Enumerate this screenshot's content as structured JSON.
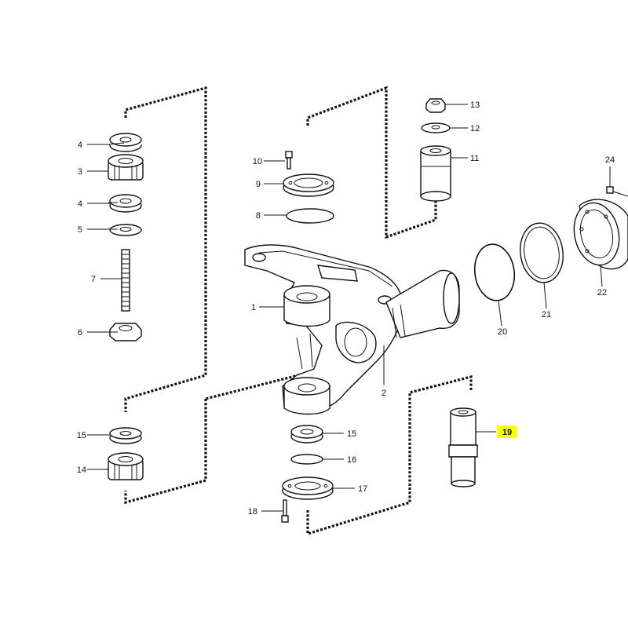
{
  "diagram": {
    "callouts": [
      {
        "id": "c1",
        "text": "1"
      },
      {
        "id": "c2",
        "text": "2"
      },
      {
        "id": "c3",
        "text": "3"
      },
      {
        "id": "c4a",
        "text": "4"
      },
      {
        "id": "c4b",
        "text": "4"
      },
      {
        "id": "c5",
        "text": "5"
      },
      {
        "id": "c6",
        "text": "6"
      },
      {
        "id": "c7",
        "text": "7"
      },
      {
        "id": "c8",
        "text": "8"
      },
      {
        "id": "c9",
        "text": "9"
      },
      {
        "id": "c10",
        "text": "10"
      },
      {
        "id": "c11",
        "text": "11"
      },
      {
        "id": "c12",
        "text": "12"
      },
      {
        "id": "c13",
        "text": "13"
      },
      {
        "id": "c14",
        "text": "14"
      },
      {
        "id": "c15a",
        "text": "15"
      },
      {
        "id": "c15b",
        "text": "15"
      },
      {
        "id": "c16",
        "text": "16"
      },
      {
        "id": "c17",
        "text": "17"
      },
      {
        "id": "c18",
        "text": "18"
      },
      {
        "id": "c19",
        "text": "19"
      },
      {
        "id": "c20",
        "text": "20"
      },
      {
        "id": "c21",
        "text": "21"
      },
      {
        "id": "c22",
        "text": "22"
      },
      {
        "id": "c24",
        "text": "24"
      }
    ],
    "highlighted_callout": "19",
    "colors": {
      "line": "#111111",
      "highlight": "#ffff00",
      "background": "#ffffff"
    }
  }
}
